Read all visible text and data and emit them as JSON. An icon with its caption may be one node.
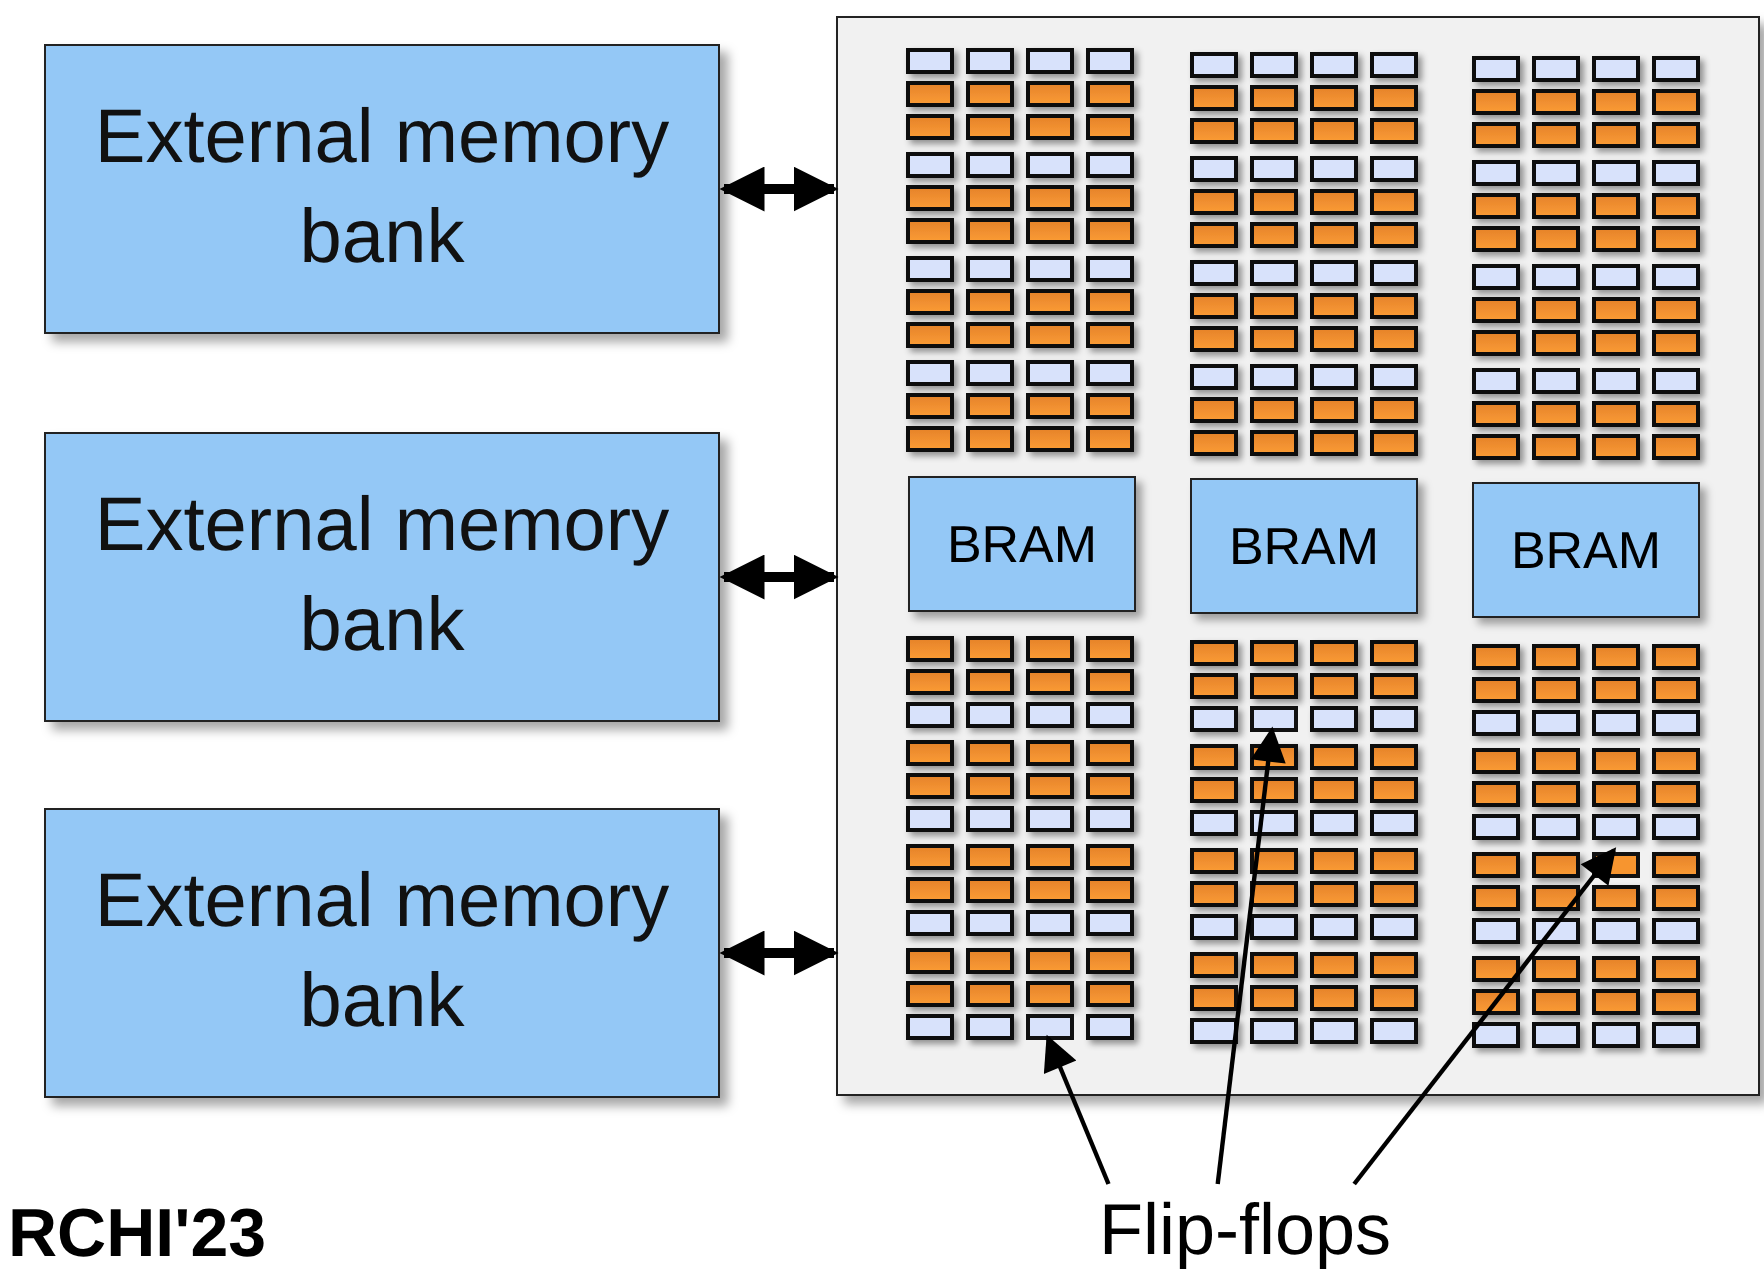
{
  "diagram": {
    "nodes": [
      {
        "text": [
          "External memory bank"
        ]
      },
      {
        "text": [
          "External memory bank"
        ]
      },
      {
        "text": [
          "External memory bank"
        ]
      },
      {
        "text": [],
        "shape": "box"
      },
      {
        "text": [
          "BRAM"
        ],
        "in": 3
      },
      {
        "text": [
          "BRAM"
        ],
        "in": 3
      },
      {
        "text": [
          "BRAM"
        ],
        "in": 3
      },
      {
        "text": [
          "Flip-flops"
        ]
      },
      {
        "text": [],
        "shape": "box",
        "in": 3
      },
      {
        "text": [],
        "shape": "box",
        "in": 3
      },
      {
        "text": [],
        "shape": "box",
        "in": 3
      }
    ],
    "edges": [
      {
        "from": 0,
        "to": 3,
        "arrow": "both",
        "style": "thick"
      },
      {
        "from": 1,
        "to": 3,
        "arrow": "both",
        "style": "thick"
      },
      {
        "from": 2,
        "to": 3,
        "arrow": "both",
        "style": "thick"
      },
      {
        "from": 7,
        "to": 8,
        "arrow": "to"
      },
      {
        "from": 7,
        "to": 9,
        "arrow": "to"
      },
      {
        "from": 7,
        "to": 10,
        "arrow": "to"
      }
    ],
    "labels": [
      "RCHI'23"
    ]
  }
}
